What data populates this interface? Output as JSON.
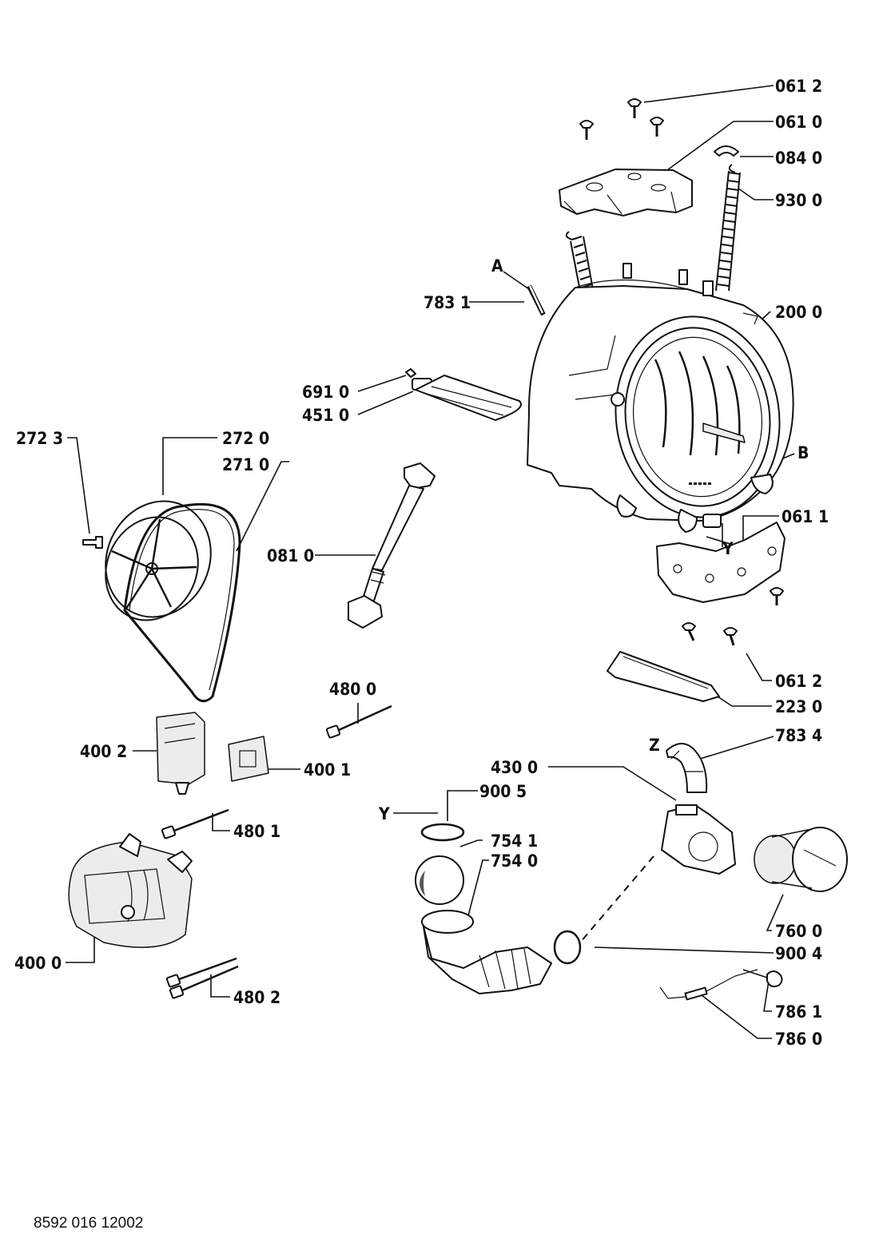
{
  "document_number": "8592 016 12002",
  "callouts": [
    {
      "id": "c0612a",
      "text": "061 2"
    },
    {
      "id": "c0610",
      "text": "061 0"
    },
    {
      "id": "c0840",
      "text": "084 0"
    },
    {
      "id": "c9300",
      "text": "930 0"
    },
    {
      "id": "cA",
      "text": "A"
    },
    {
      "id": "c7831",
      "text": "783 1"
    },
    {
      "id": "c2000",
      "text": "200 0"
    },
    {
      "id": "c6910",
      "text": "691 0"
    },
    {
      "id": "c4510",
      "text": "451 0"
    },
    {
      "id": "c2723",
      "text": "272 3"
    },
    {
      "id": "c2720",
      "text": "272 0"
    },
    {
      "id": "c2710",
      "text": "271 0"
    },
    {
      "id": "cB",
      "text": "B"
    },
    {
      "id": "c0810",
      "text": "081 0"
    },
    {
      "id": "c0611",
      "text": "061 1"
    },
    {
      "id": "cY1",
      "text": "Y"
    },
    {
      "id": "c0612b",
      "text": "061 2"
    },
    {
      "id": "c2230",
      "text": "223 0"
    },
    {
      "id": "c4800",
      "text": "480 0"
    },
    {
      "id": "c7834",
      "text": "783 4"
    },
    {
      "id": "cZ",
      "text": "Z"
    },
    {
      "id": "c4002",
      "text": "400 2"
    },
    {
      "id": "c4001",
      "text": "400 1"
    },
    {
      "id": "c4300",
      "text": "430 0"
    },
    {
      "id": "c9005",
      "text": "900 5"
    },
    {
      "id": "cY2",
      "text": "Y"
    },
    {
      "id": "c4801",
      "text": "480 1"
    },
    {
      "id": "c7541",
      "text": "754 1"
    },
    {
      "id": "c7540",
      "text": "754 0"
    },
    {
      "id": "c7600",
      "text": "760 0"
    },
    {
      "id": "c9004",
      "text": "900 4"
    },
    {
      "id": "c4000",
      "text": "400 0"
    },
    {
      "id": "c7861",
      "text": "786 1"
    },
    {
      "id": "c4802",
      "text": "480 2"
    },
    {
      "id": "c7860",
      "text": "786 0"
    }
  ]
}
